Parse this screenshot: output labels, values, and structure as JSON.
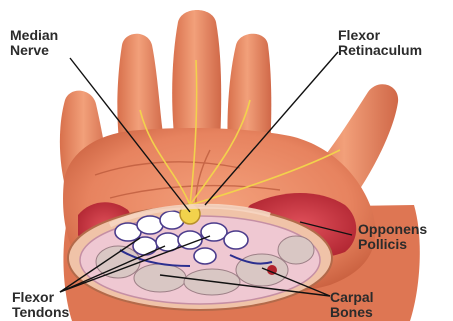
{
  "labels": {
    "median_nerve": [
      "Median",
      "Nerve"
    ],
    "flexor_retinaculum": [
      "Flexor",
      "Retinaculum"
    ],
    "opponens_pollicis": [
      "Opponens",
      "Pollicis"
    ],
    "flexor_tendons": [
      "Flexor",
      "Tendons"
    ],
    "carpal_bones": [
      "Carpal",
      "Bones"
    ]
  },
  "colors": {
    "skin": "#e7835f",
    "skin_shadow": "#c9603f",
    "muscle": "#c7333b",
    "nerve": "#f2d24c",
    "tendon": "#ffffff",
    "bone": "#d9c7c4",
    "label_text": "#2b2b2b",
    "leader_line": "#111111"
  }
}
